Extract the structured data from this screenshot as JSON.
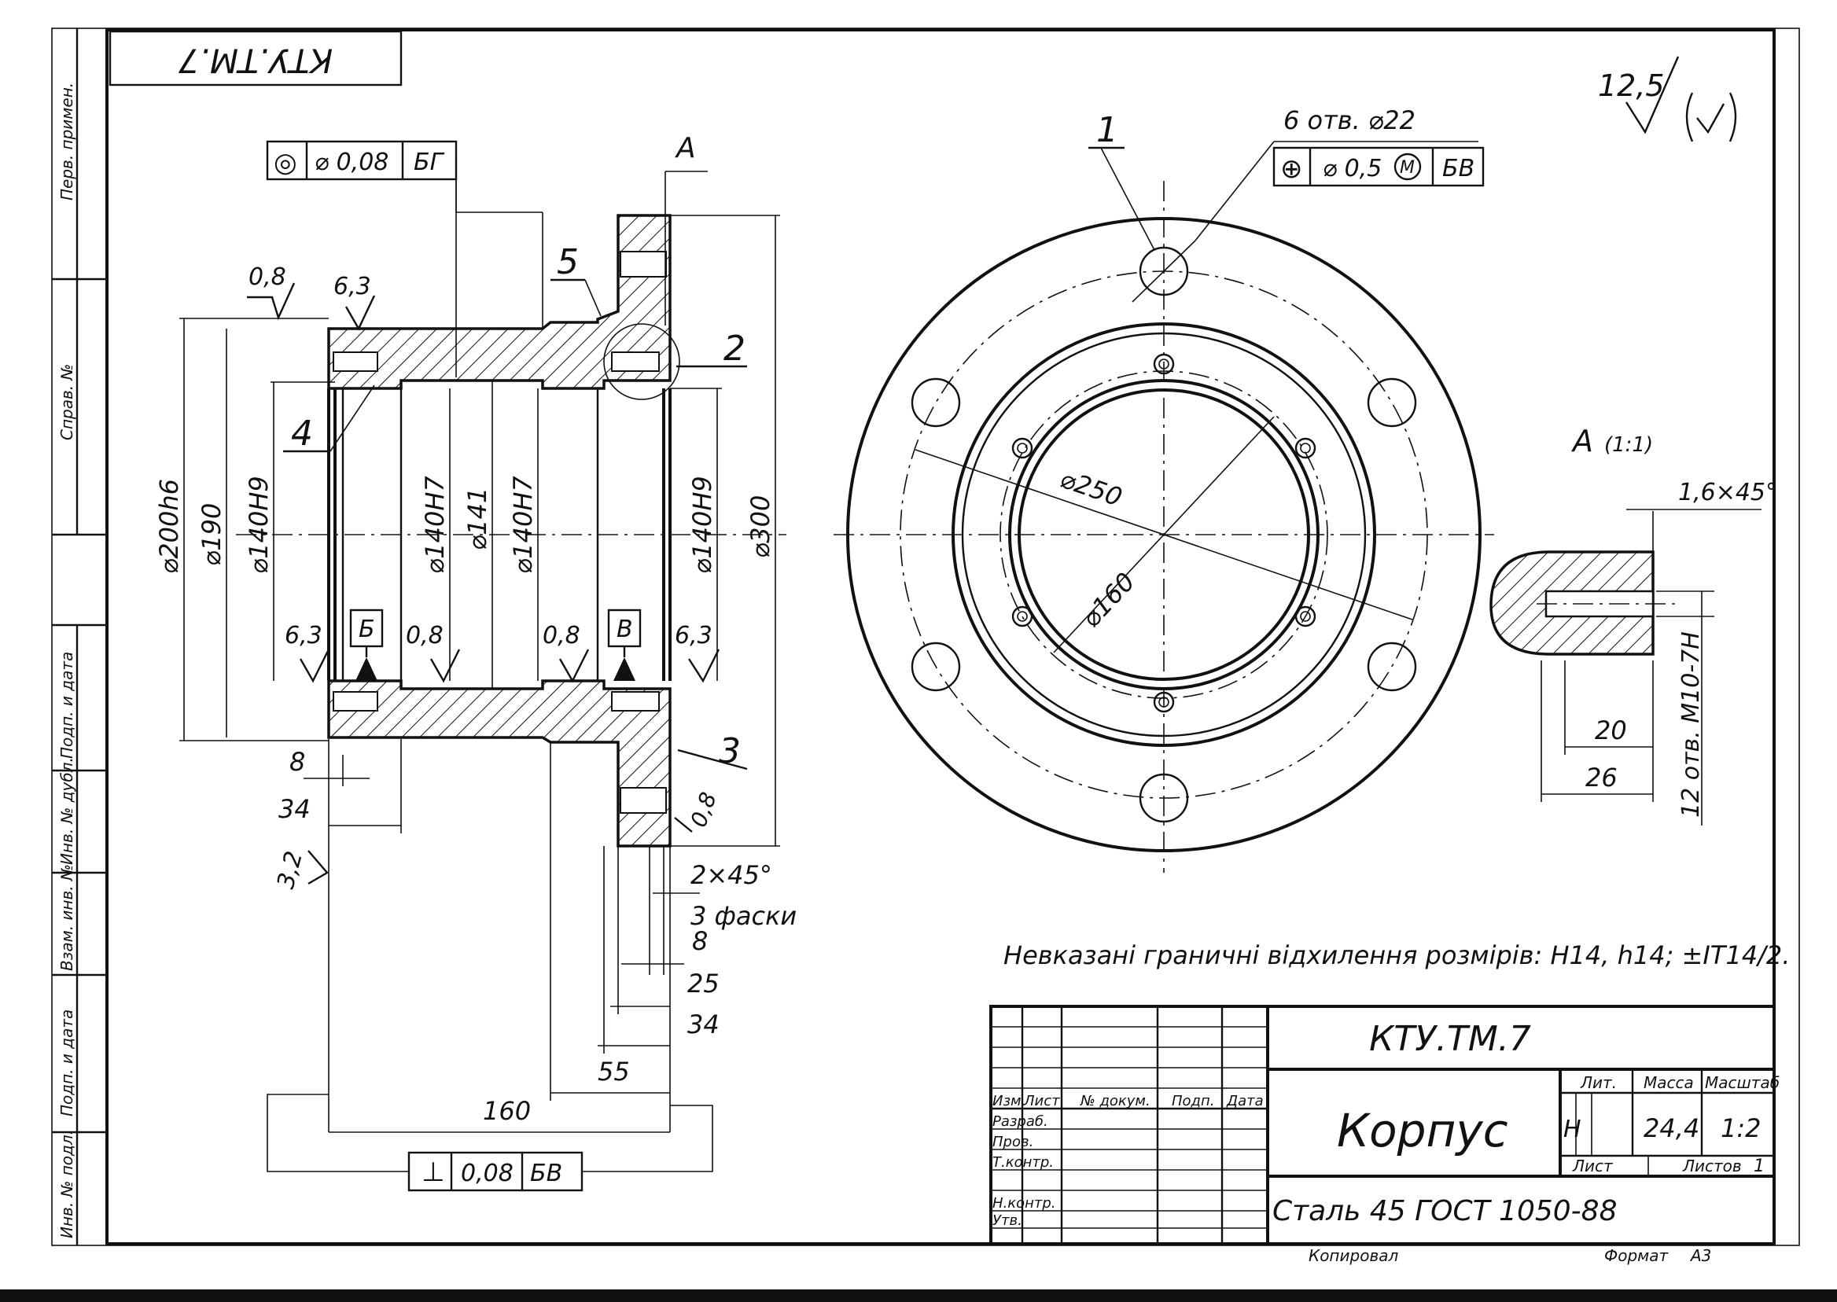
{
  "stamp_code_rotated": "КТУ.ТМ.7",
  "side_column": [
    "Перв. примен.",
    "Справ. №",
    "Подп. и дата",
    "Инв. № дубл.",
    "Взам. инв. №",
    "Подп. и дата",
    "Инв. № подл."
  ],
  "roughness_general": "12,5",
  "tolerance_frame_top": {
    "symbol": "◎",
    "value": "⌀ 0,08",
    "datum": "БГ"
  },
  "tolerance_frame_right": {
    "symbol": "⊕",
    "value": "⌀ 0,5",
    "modifier": "M",
    "datum": "БВ"
  },
  "tolerance_frame_bottom": {
    "symbol": "⊥",
    "value": "0,08",
    "datum": "БВ"
  },
  "holes_note": "6 отв. ⌀22",
  "section_label": "А",
  "view_label": "А",
  "view_scale": "(1:1)",
  "callouts": [
    "1",
    "2",
    "3",
    "4",
    "5"
  ],
  "datums": [
    "Б",
    "В"
  ],
  "diameters_left": [
    "⌀200h6",
    "⌀190",
    "⌀140H9",
    "⌀140H7",
    "⌀141",
    "⌀140H7",
    "⌀140H9",
    "⌀300"
  ],
  "roughness_marks": [
    "0,8",
    "6,3",
    "6,3",
    "0,8",
    "0,8",
    "6,3",
    "0,8",
    "3,2"
  ],
  "lengths": [
    "8",
    "34",
    "8",
    "25",
    "34",
    "55",
    "160"
  ],
  "chamfer_main": "2×45°",
  "chamfer_note": "3 фаски",
  "front_dims": [
    "⌀250",
    "⌀160"
  ],
  "detail_dims": {
    "chamfer": "1,6×45°",
    "d20": "20",
    "d26": "26",
    "thread": "12 отв. М10-7Н"
  },
  "note": "Невказані граничні відхилення розмірів: H14, h14; ±IT14/2.",
  "title_block": {
    "code": "КТУ.ТМ.7",
    "name": "Корпус",
    "material": "Сталь 45  ГОСТ 1050-88",
    "lit_label": "Лит.",
    "mass_label": "Масса",
    "scale_label": "Масштаб",
    "lit_value": "Н",
    "mass_value": "24,4",
    "scale_value": "1:2",
    "sheet_label": "Лист",
    "sheets_label": "Листов",
    "sheets_value": "1",
    "rows": [
      "Изм.",
      "Лист",
      "№ докум.",
      "Подп.",
      "Дата",
      "Разраб.",
      "Пров.",
      "Т.контр.",
      "Н.контр.",
      "Утв."
    ],
    "copied": "Копировал",
    "format_label": "Формат",
    "format_value": "А3"
  }
}
